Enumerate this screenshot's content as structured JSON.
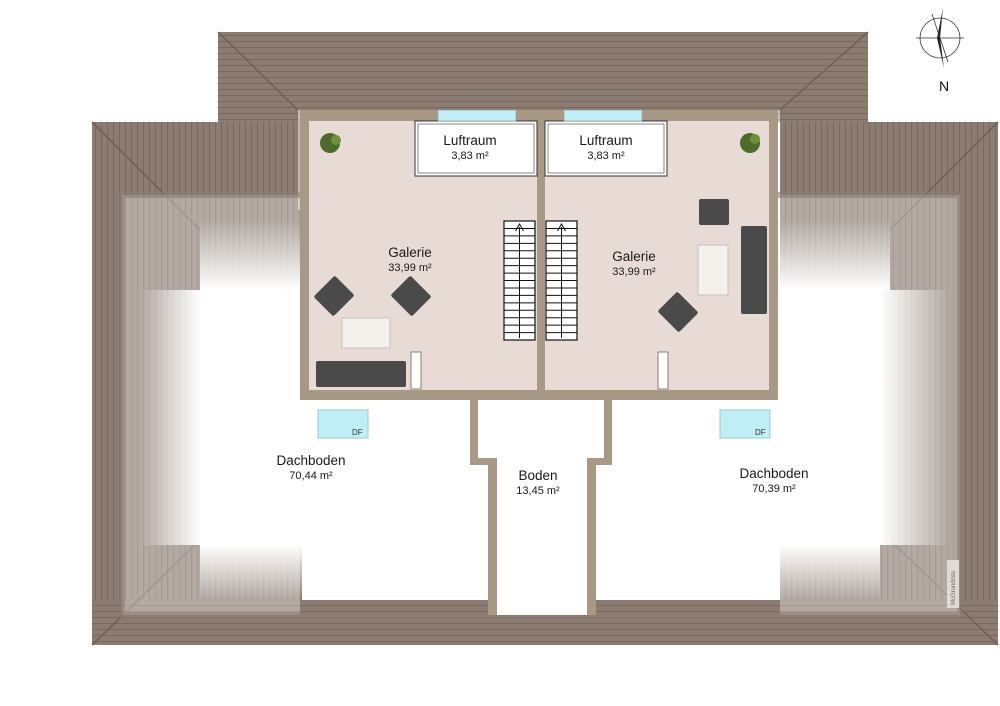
{
  "rooms": {
    "luftraum_left": {
      "name": "Luftraum",
      "area": "3,83 m²"
    },
    "luftraum_right": {
      "name": "Luftraum",
      "area": "3,83 m²"
    },
    "galerie_left": {
      "name": "Galerie",
      "area": "33,99 m²"
    },
    "galerie_right": {
      "name": "Galerie",
      "area": "33,99 m²"
    },
    "dachboden_left": {
      "name": "Dachboden",
      "area": "70,44 m²"
    },
    "dachboden_right": {
      "name": "Dachboden",
      "area": "70,39 m²"
    },
    "boden": {
      "name": "Boden",
      "area": "13,45 m²"
    }
  },
  "skylights": {
    "left_label": "DF",
    "right_label": "DF"
  },
  "compass": {
    "label": "N"
  },
  "watermark": "McGrundriss",
  "colors": {
    "roof": "#8a7a6e",
    "wall": "#a89886",
    "floor": "#e8dbd5",
    "attic": "#ffffff",
    "glass": "#bfeef5",
    "furniture": "#4a4a4a"
  }
}
